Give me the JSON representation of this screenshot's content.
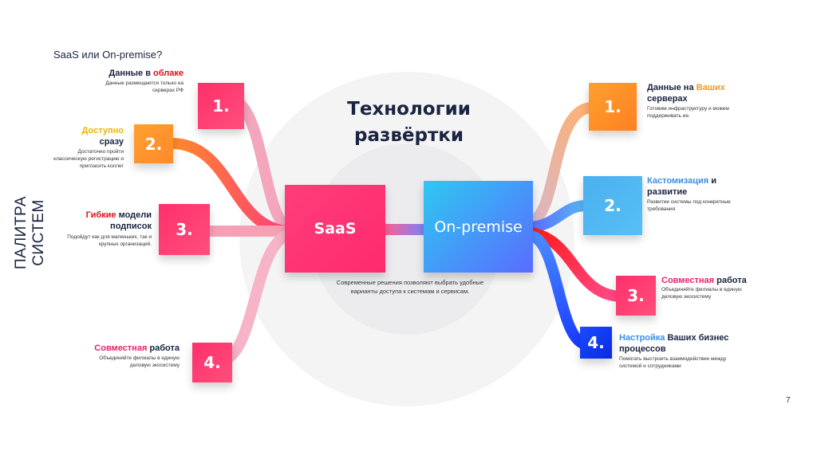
{
  "side_label": "ПАЛИТРА СИСТЕМ",
  "question": "SaaS или On-premise?",
  "center_title": "Технологии развёртки",
  "center_desc": "Современные решения позволяют выбрать удобные варианты доступа к системам и сервисам.",
  "saas_label": "SaaS",
  "onprem_label": "On-premise",
  "page_number": "7",
  "left": [
    {
      "num": "1.",
      "t1": "Данные в ",
      "t2": "облаке",
      "t3": "",
      "desc": "Данные размещаются только на серверах РФ"
    },
    {
      "num": "2.",
      "t1": "Доступно",
      "t2": "сразу",
      "desc": "Достаточно пройти классическую регистрацию и пригласить коллег"
    },
    {
      "num": "3.",
      "t1": "Гибкие",
      "t2": " модели подписок",
      "desc": "Подойдут как для маленьких, так и крупных организаций."
    },
    {
      "num": "4.",
      "t1": "Совместная",
      "t2": " работа",
      "desc": "Объединяйте филиалы в единую деловую экосистему"
    }
  ],
  "right": [
    {
      "num": "1.",
      "t1": "Данные на ",
      "t2": "Ваших",
      "t3": "серверах",
      "desc": "Готовим инфраструктуру и можем поддерживать ее."
    },
    {
      "num": "2.",
      "t1": "Кастомизация",
      "t2": " и развитие",
      "desc": "Развитие системы под конкретные требования"
    },
    {
      "num": "3.",
      "t1": "Совместная",
      "t2": " работа",
      "desc": "Объединяйте филиалы в единую деловую экосистему"
    },
    {
      "num": "4.",
      "t1": "Настройка",
      "t2": " Ваших бизнес процессов",
      "desc": "Помогать выстроить взаимодействие между системой и сотрудниками"
    }
  ],
  "colors": {
    "pink": "#ff2d6f",
    "orange": "#ff8a2a",
    "blue": "#2fb5f0",
    "dark_blue": "#1a3cff",
    "title": "#1a2340"
  }
}
